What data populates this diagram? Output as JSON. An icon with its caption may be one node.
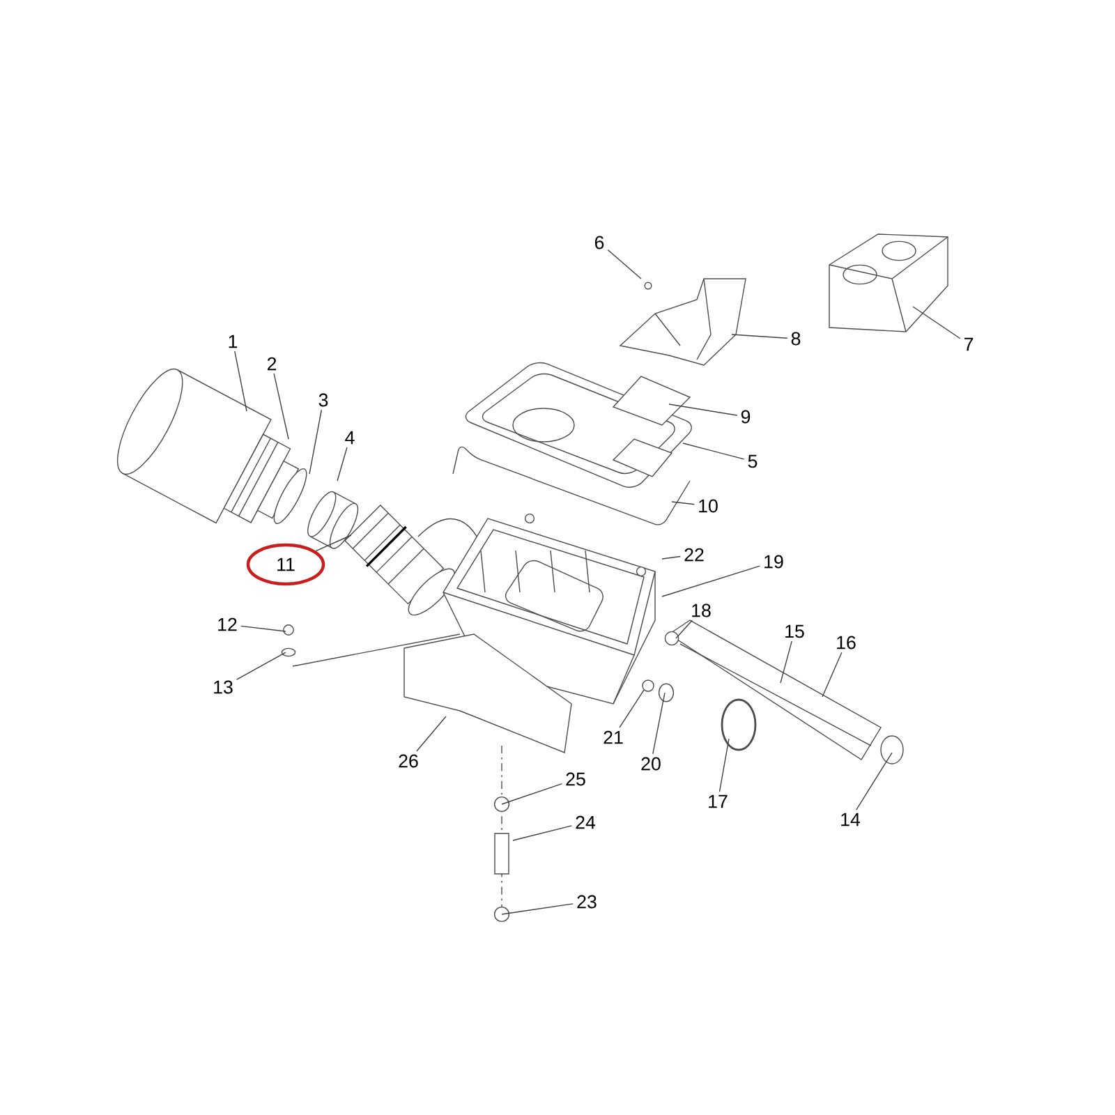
{
  "diagram": {
    "nodes": [
      {
        "text": [
          "1"
        ]
      },
      {
        "text": [
          "2"
        ]
      },
      {
        "text": [
          "3"
        ]
      },
      {
        "text": [
          "4"
        ]
      },
      {
        "text": [
          "5"
        ]
      },
      {
        "text": [
          "6"
        ]
      },
      {
        "text": [
          "7"
        ]
      },
      {
        "text": [
          "8"
        ]
      },
      {
        "text": [
          "9"
        ]
      },
      {
        "text": [
          "10"
        ]
      },
      {
        "text": [
          "11"
        ]
      },
      {
        "text": [
          "12"
        ]
      },
      {
        "text": [
          "13"
        ]
      },
      {
        "text": [
          "14"
        ]
      },
      {
        "text": [
          "15"
        ]
      },
      {
        "text": [
          "16"
        ]
      },
      {
        "text": [
          "17"
        ]
      },
      {
        "text": [
          "18"
        ]
      },
      {
        "text": [
          "19"
        ]
      },
      {
        "text": [
          "20"
        ]
      },
      {
        "text": [
          "21"
        ]
      },
      {
        "text": [
          "22"
        ]
      },
      {
        "text": [
          "23"
        ]
      },
      {
        "text": [
          "24"
        ]
      },
      {
        "text": [
          "25"
        ]
      },
      {
        "text": [
          "26"
        ]
      }
    ],
    "edges": [
      {
        "from": 0,
        "to": null,
        "arrow": "none"
      },
      {
        "from": 1,
        "to": null,
        "arrow": "none"
      },
      {
        "from": 2,
        "to": null,
        "arrow": "none"
      },
      {
        "from": 3,
        "to": null,
        "arrow": "none"
      },
      {
        "from": 4,
        "to": null,
        "arrow": "none"
      },
      {
        "from": 5,
        "to": null,
        "arrow": "none"
      },
      {
        "from": 6,
        "to": null,
        "arrow": "none"
      },
      {
        "from": 7,
        "to": null,
        "arrow": "none"
      },
      {
        "from": 8,
        "to": null,
        "arrow": "none"
      },
      {
        "from": 9,
        "to": null,
        "arrow": "none"
      },
      {
        "from": 10,
        "to": null,
        "arrow": "none"
      },
      {
        "from": 11,
        "to": null,
        "arrow": "none"
      },
      {
        "from": 12,
        "to": null,
        "arrow": "none"
      },
      {
        "from": 13,
        "to": null,
        "arrow": "none"
      },
      {
        "from": 14,
        "to": null,
        "arrow": "none"
      },
      {
        "from": 15,
        "to": null,
        "arrow": "none"
      },
      {
        "from": 16,
        "to": null,
        "arrow": "none"
      },
      {
        "from": 17,
        "to": null,
        "arrow": "none"
      },
      {
        "from": 18,
        "to": null,
        "arrow": "none"
      },
      {
        "from": 19,
        "to": null,
        "arrow": "none"
      },
      {
        "from": 20,
        "to": null,
        "arrow": "none"
      },
      {
        "from": 21,
        "to": null,
        "arrow": "none"
      },
      {
        "from": 22,
        "to": null,
        "arrow": "none"
      },
      {
        "from": 23,
        "to": null,
        "arrow": "none"
      },
      {
        "from": 24,
        "to": null,
        "arrow": "none"
      },
      {
        "from": 25,
        "to": null,
        "arrow": "none"
      }
    ]
  }
}
